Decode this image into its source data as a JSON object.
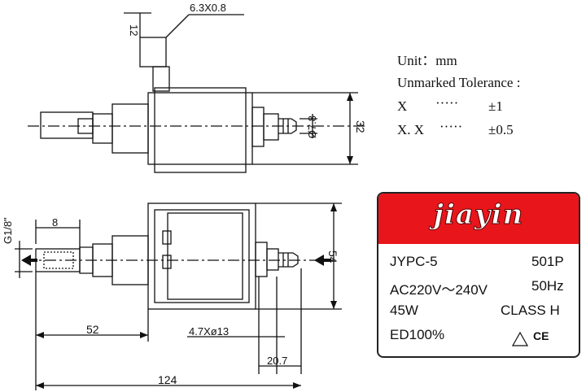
{
  "notes": {
    "unit": "Unit：mm",
    "tolerance_title": "Unmarked Tolerance :",
    "row1_format": "X",
    "row1_dots": "·····",
    "row1_value": "±1",
    "row2_format": "X. X",
    "row2_dots": "·····",
    "row2_value": "±0.5"
  },
  "dimensions": {
    "top_wire": "12",
    "terminal": "6.3X0.8",
    "outlet_diameter": "Ø7.8",
    "body_height": "32",
    "thread": "G1/8\"",
    "thread_length": "8",
    "coil_height": "54",
    "inlet_offset": "52",
    "mount_hole": "4.7Xø13",
    "hole_spacing": "20.7",
    "overall_length": "124"
  },
  "label": {
    "brand": "jiayin",
    "model": "JYPC-5",
    "code": "501P",
    "voltage": "AC220V～240V",
    "frequency": "50Hz",
    "power": "45W",
    "class": "CLASS H",
    "duty": "ED100%",
    "cert_mark": "CE"
  }
}
